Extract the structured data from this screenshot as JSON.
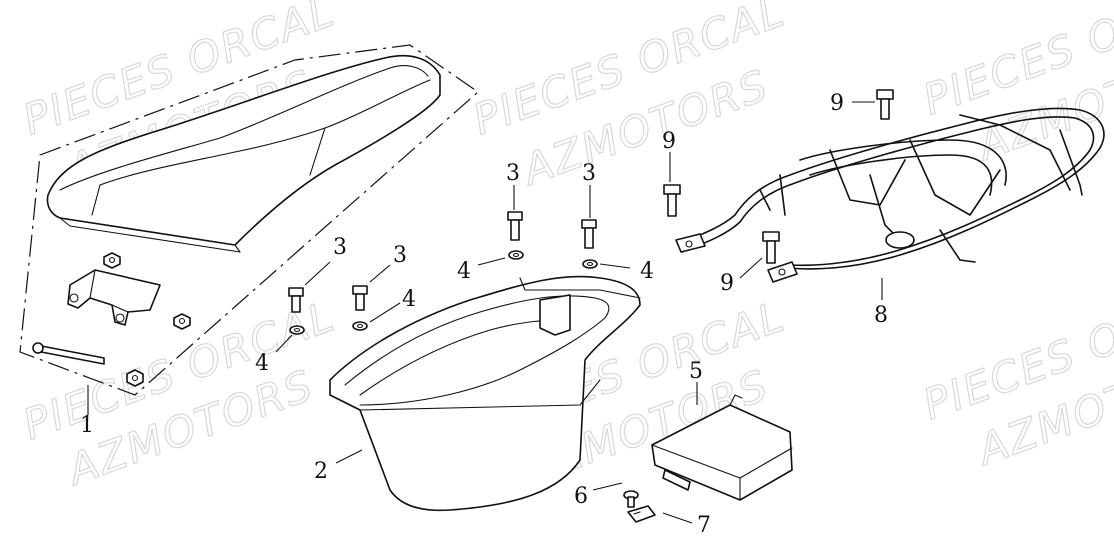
{
  "watermark": {
    "line1": "PIECES ORCAL",
    "line2": "AZMOTORS",
    "color": "#d8d8d8"
  },
  "callouts": {
    "c1": "1",
    "c2": "2",
    "c3a": "3",
    "c3b": "3",
    "c3c": "3",
    "c3d": "3",
    "c4a": "4",
    "c4b": "4",
    "c4c": "4",
    "c4d": "4",
    "c5": "5",
    "c6": "6",
    "c7": "7",
    "c8": "8",
    "c9a": "9",
    "c9b": "9",
    "c9c": "9"
  }
}
